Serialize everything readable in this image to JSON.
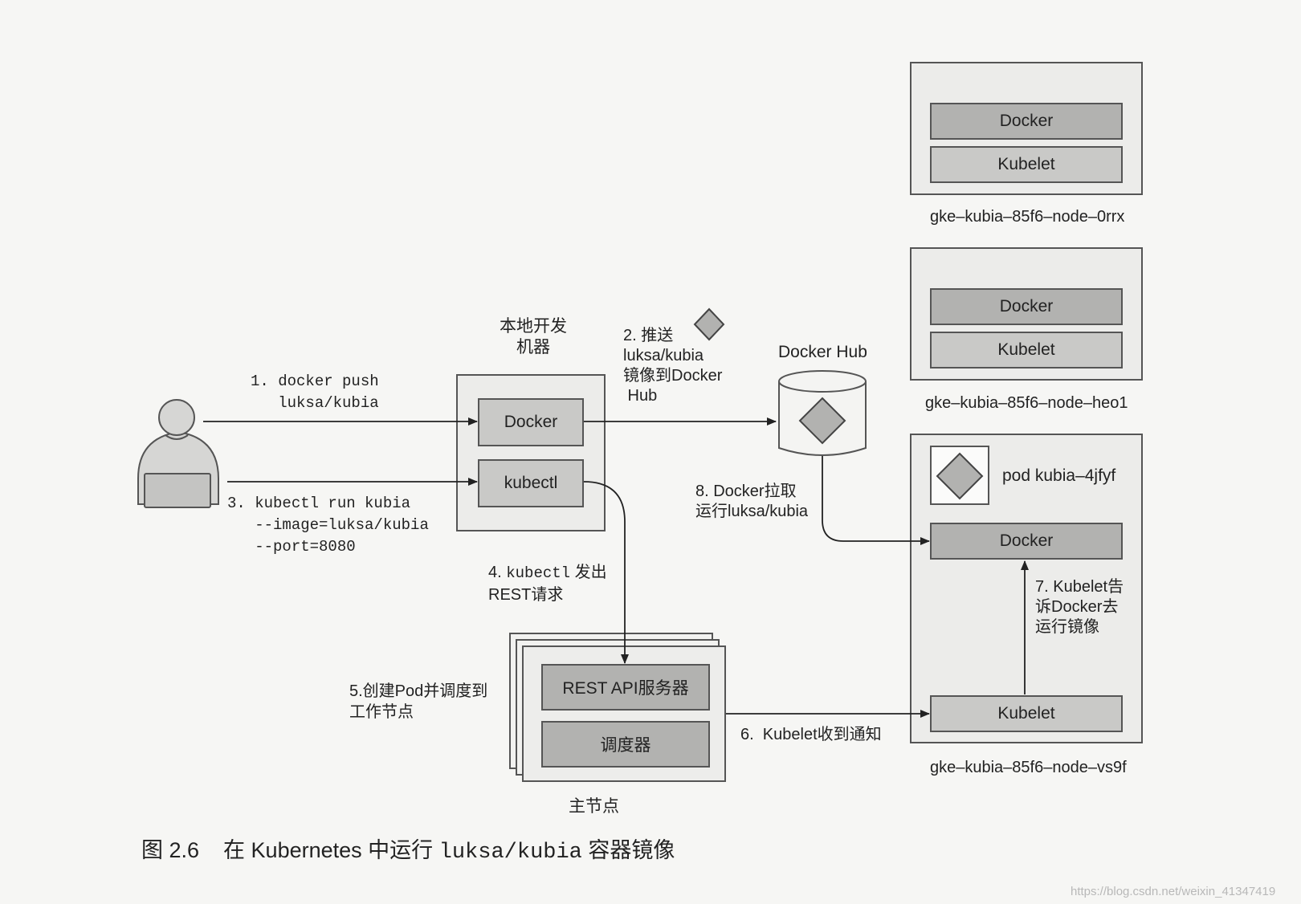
{
  "nodes": {
    "node1": {
      "docker": "Docker",
      "kubelet": "Kubelet",
      "name": "gke–kubia–85f6–node–0rrx"
    },
    "node2": {
      "docker": "Docker",
      "kubelet": "Kubelet",
      "name": "gke–kubia–85f6–node–heo1"
    },
    "node3": {
      "pod": "pod kubia–4jfyf",
      "docker": "Docker",
      "kubelet": "Kubelet",
      "name": "gke–kubia–85f6–node–vs9f"
    }
  },
  "local_machine": {
    "title": "本地开发\n机器",
    "docker": "Docker",
    "kubectl": "kubectl"
  },
  "docker_hub": {
    "title": "Docker Hub"
  },
  "master": {
    "title": "主节点",
    "api_server": "REST API服务器",
    "scheduler": "调度器"
  },
  "steps": {
    "step1": "1. docker push\n   luksa/kubia",
    "step2": "2. 推送\nluksa/kubia\n镜像到Docker\n Hub",
    "step3": "3. kubectl run kubia\n   --image=luksa/kubia\n   --port=8080",
    "step4_prefix": "4. ",
    "step4_code": "kubectl",
    "step4_suffix": " 发出\nREST请求",
    "step5": "5.创建Pod并调度到\n工作节点",
    "step6": "6.  Kubelet收到通知",
    "step7": "7. Kubelet告\n诉Docker去\n运行镜像",
    "step8": "8. Docker拉取\n运行luksa/kubia"
  },
  "caption": {
    "prefix": "图 2.6    在 Kubernetes 中运行 ",
    "code": "luksa/kubia",
    "suffix": " 容器镜像"
  },
  "watermark": "https://blog.csdn.net/weixin_41347419"
}
